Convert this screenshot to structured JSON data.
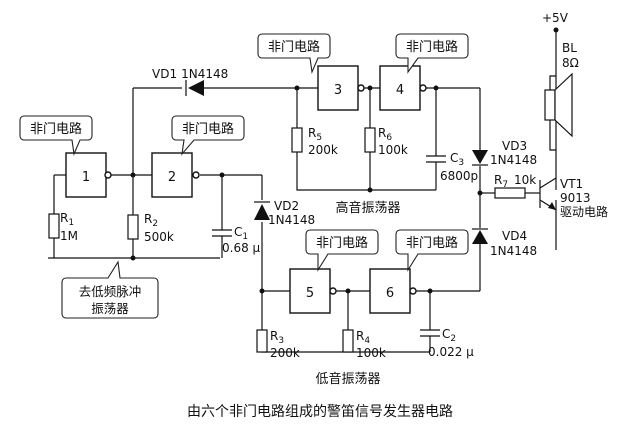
{
  "supply": "+5V",
  "gate_callout": "非门电路",
  "gates": [
    "1",
    "2",
    "3",
    "4",
    "5",
    "6"
  ],
  "diodes": {
    "vd1": {
      "ref": "VD1",
      "part": "1N4148"
    },
    "vd2": {
      "ref": "VD2",
      "part": "1N4148"
    },
    "vd3": {
      "ref": "VD3",
      "part": "1N4148"
    },
    "vd4": {
      "ref": "VD4",
      "part": "1N4148"
    }
  },
  "resistors": {
    "r1": {
      "ref": "R",
      "sub": "1",
      "value": "1M"
    },
    "r2": {
      "ref": "R",
      "sub": "2",
      "value": "500k"
    },
    "r3": {
      "ref": "R",
      "sub": "3",
      "value": "200k"
    },
    "r4": {
      "ref": "R",
      "sub": "4",
      "value": "100k"
    },
    "r5": {
      "ref": "R",
      "sub": "5",
      "value": "200k"
    },
    "r6": {
      "ref": "R",
      "sub": "6",
      "value": "100k"
    },
    "r7": {
      "ref": "R",
      "sub": "7",
      "value": "10k"
    }
  },
  "capacitors": {
    "c1": {
      "ref": "C",
      "sub": "1",
      "value": "0.68 μ"
    },
    "c2": {
      "ref": "C",
      "sub": "2",
      "value": "0.022 μ"
    },
    "c3": {
      "ref": "C",
      "sub": "3",
      "value": "6800p"
    }
  },
  "transistor": {
    "ref": "VT1",
    "part": "9013",
    "desc": "驱动电路"
  },
  "speaker": {
    "ref": "BL",
    "value": "8Ω"
  },
  "labels": {
    "low_freq_pulse_line1": "去低频脉冲",
    "low_freq_pulse_line2": "振荡器",
    "high_tone": "高音振荡器",
    "low_tone": "低音振荡器",
    "caption": "由六个非门电路组成的警笛信号发生器电路"
  }
}
